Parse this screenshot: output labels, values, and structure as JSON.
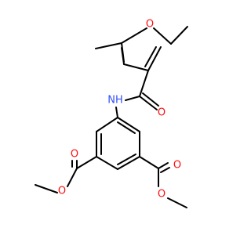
{
  "colors": {
    "background": "#ffffff",
    "carbon_bond": "#000000",
    "oxygen": "#ff0d0d",
    "nitrogen": "#3050f8"
  },
  "atoms": {
    "furan_o": "O",
    "amide_o": "O",
    "amide_n": "NH",
    "ester1_carbonyl_o": "O",
    "ester1_ether_o": "O",
    "ester2_carbonyl_o": "O",
    "ester2_ether_o": "O"
  }
}
